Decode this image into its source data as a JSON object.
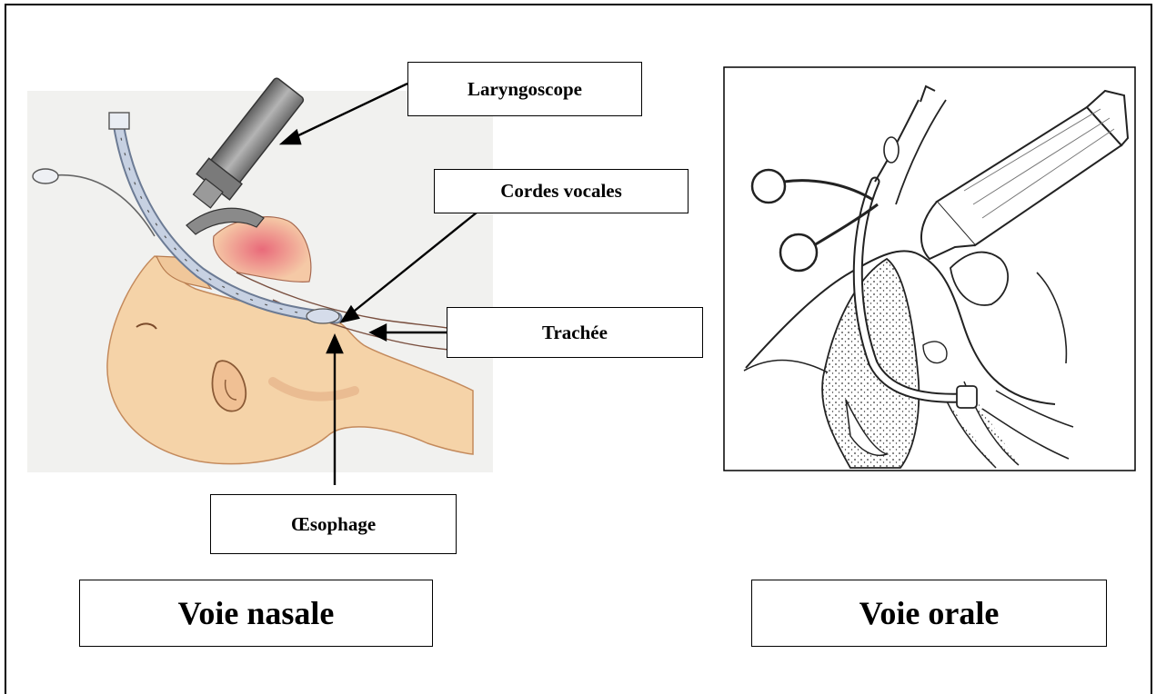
{
  "labels": {
    "laryngoscope": "Laryngoscope",
    "cordes_vocales": "Cordes vocales",
    "trachee": "Trachée",
    "oesophage": "Œsophage"
  },
  "captions": {
    "voie_nasale": "Voie nasale",
    "voie_orale": "Voie orale"
  },
  "colors": {
    "skin": "#f5d3a8",
    "skin_shadow": "#e8b98a",
    "background_panel": "#f1f1ef",
    "scope_grey": "#8c8c8c",
    "tube_blue": "#b8c4d8",
    "pink_tissue": "#e8848a"
  }
}
